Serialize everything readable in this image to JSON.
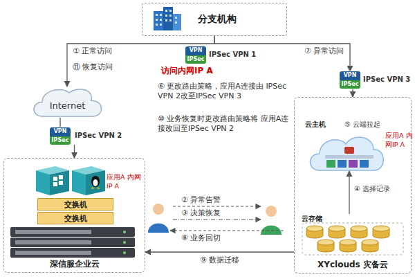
{
  "diagram": {
    "nodes": [
      {
        "text": [
          "分支机构"
        ]
      },
      {
        "text": [
          "Internet"
        ]
      },
      {
        "text": [
          "VPN",
          "IPSec",
          "IPSec VPN 1"
        ]
      },
      {
        "text": [
          "VPN",
          "IPSec",
          "IPSec VPN 2"
        ]
      },
      {
        "text": [
          "VPN",
          "IPSec",
          "IPSec VPN 3"
        ]
      },
      {
        "text": [
          "深信服企业云"
        ]
      },
      {
        "text": [
          "交换机"
        ],
        "in": 5
      },
      {
        "text": [
          "交换机"
        ],
        "in": 5
      },
      {
        "text": [
          "XYclouds 灾备云"
        ]
      },
      {
        "text": [
          "云主机"
        ],
        "in": 8
      },
      {
        "text": [
          "云存储"
        ],
        "in": 8
      }
    ],
    "edges": [
      {
        "from": 0,
        "to": 1,
        "arrow": "to"
      },
      {
        "from": 0,
        "to": 4,
        "arrow": "to"
      },
      {
        "from": 1,
        "to": 3,
        "arrow": "none"
      },
      {
        "from": 3,
        "to": 5,
        "arrow": "to"
      },
      {
        "from": 4,
        "to": 8,
        "arrow": "to"
      },
      {
        "from": 10,
        "to": 9,
        "arrow": "to"
      },
      {
        "from": 8,
        "to": 5,
        "label": "⑨ 数据迁移",
        "arrow": "to"
      }
    ],
    "labels": [
      "① 正常访问",
      "⑪ 恢复访问",
      "访问内网IP A",
      "⑥ 更改路由策略，应用A连接由 IPSec VPN 2改至IPSec VPN 3",
      "⑩ 业务恢复时更改路由策略将 应用A连接改回至IPSec VPN 2",
      "⑦ 异常访问",
      "⑤ 云端拉起",
      "应用A 内网IP A",
      "④ 选择记录",
      "应用A 内网IP A",
      "② 异常告警",
      "③ 决策恢复",
      "⑧ 业务回切"
    ]
  }
}
